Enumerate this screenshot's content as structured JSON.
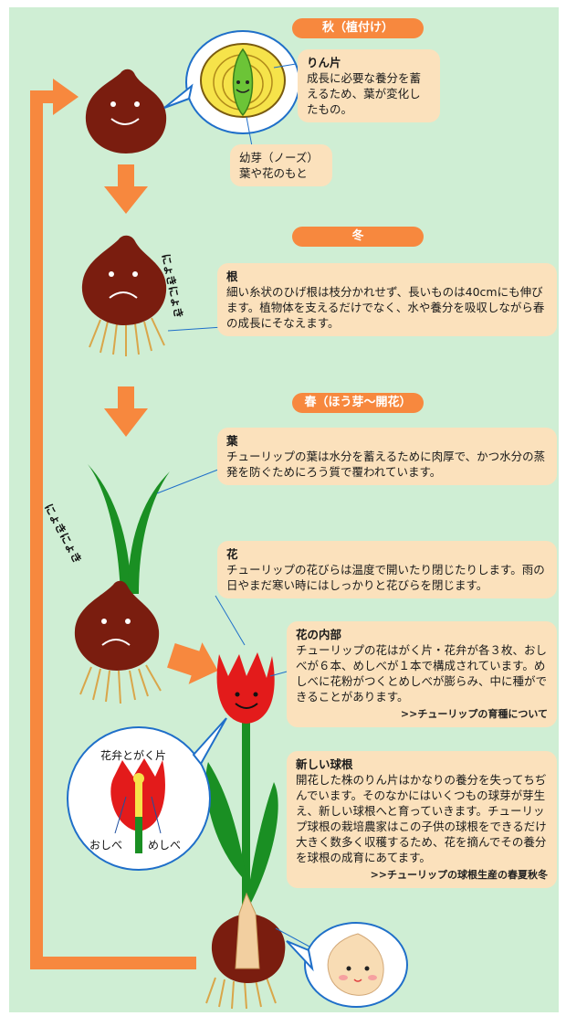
{
  "seasons": {
    "autumn": "秋（植付け）",
    "winter": "冬",
    "spring": "春（ほう芽～開花）"
  },
  "boxes": {
    "scale": {
      "title": "りん片",
      "body": "成長に必要な養分を蓄えるため、葉が変化したもの。"
    },
    "sprout": {
      "title": "幼芽（ノーズ）",
      "body": "葉や花のもと"
    },
    "root": {
      "title": "根",
      "body": "細い糸状のひげ根は枝分かれせず、長いものは40cmにも伸びます。植物体を支えるだけでなく、水や養分を吸収しながら春の成長にそなえます。"
    },
    "leaf": {
      "title": "葉",
      "body": "チューリップの葉は水分を蓄えるために肉厚で、かつ水分の蒸発を防ぐためにろう質で覆われています。"
    },
    "flower": {
      "title": "花",
      "body": "チューリップの花びらは温度で開いたり閉じたりします。雨の日やまだ寒い時にはしっかりと花びらを閉じます。"
    },
    "inner": {
      "title": "花の内部",
      "body": "チューリップの花はがく片・花弁が各３枚、おしべが６本、めしべが１本で構成されています。めしべに花粉がつくとめしべが膨らみ、中に種ができることがあります。",
      "link": ">>チューリップの育種について"
    },
    "newbulb": {
      "title": "新しい球根",
      "body": "開花した株のりん片はかなりの養分を失ってちぢんでいます。そのなかにはいくつもの球芽が芽生え、新しい球根へと育っていきます。チューリップ球根の栽培農家はこの子供の球根をできるだけ大きく数多く収穫するため、花を摘んでその養分を球根の成育にあてます。",
      "link": ">>チューリップの球根生産の春夏秋冬"
    }
  },
  "sounds": {
    "winter": "にょきにょき",
    "spring": "にょきにょき"
  },
  "flower_labels": {
    "petals": "花弁とがく片",
    "stamen": "おしべ",
    "pistil": "めしべ"
  },
  "colors": {
    "background": "#cfeed4",
    "accent_orange": "#f7883e",
    "box_fill": "#fbe1bc",
    "bulb_brown": "#7a1d0f",
    "leaf_green": "#1a8f23",
    "tulip_red": "#e31b1b"
  }
}
